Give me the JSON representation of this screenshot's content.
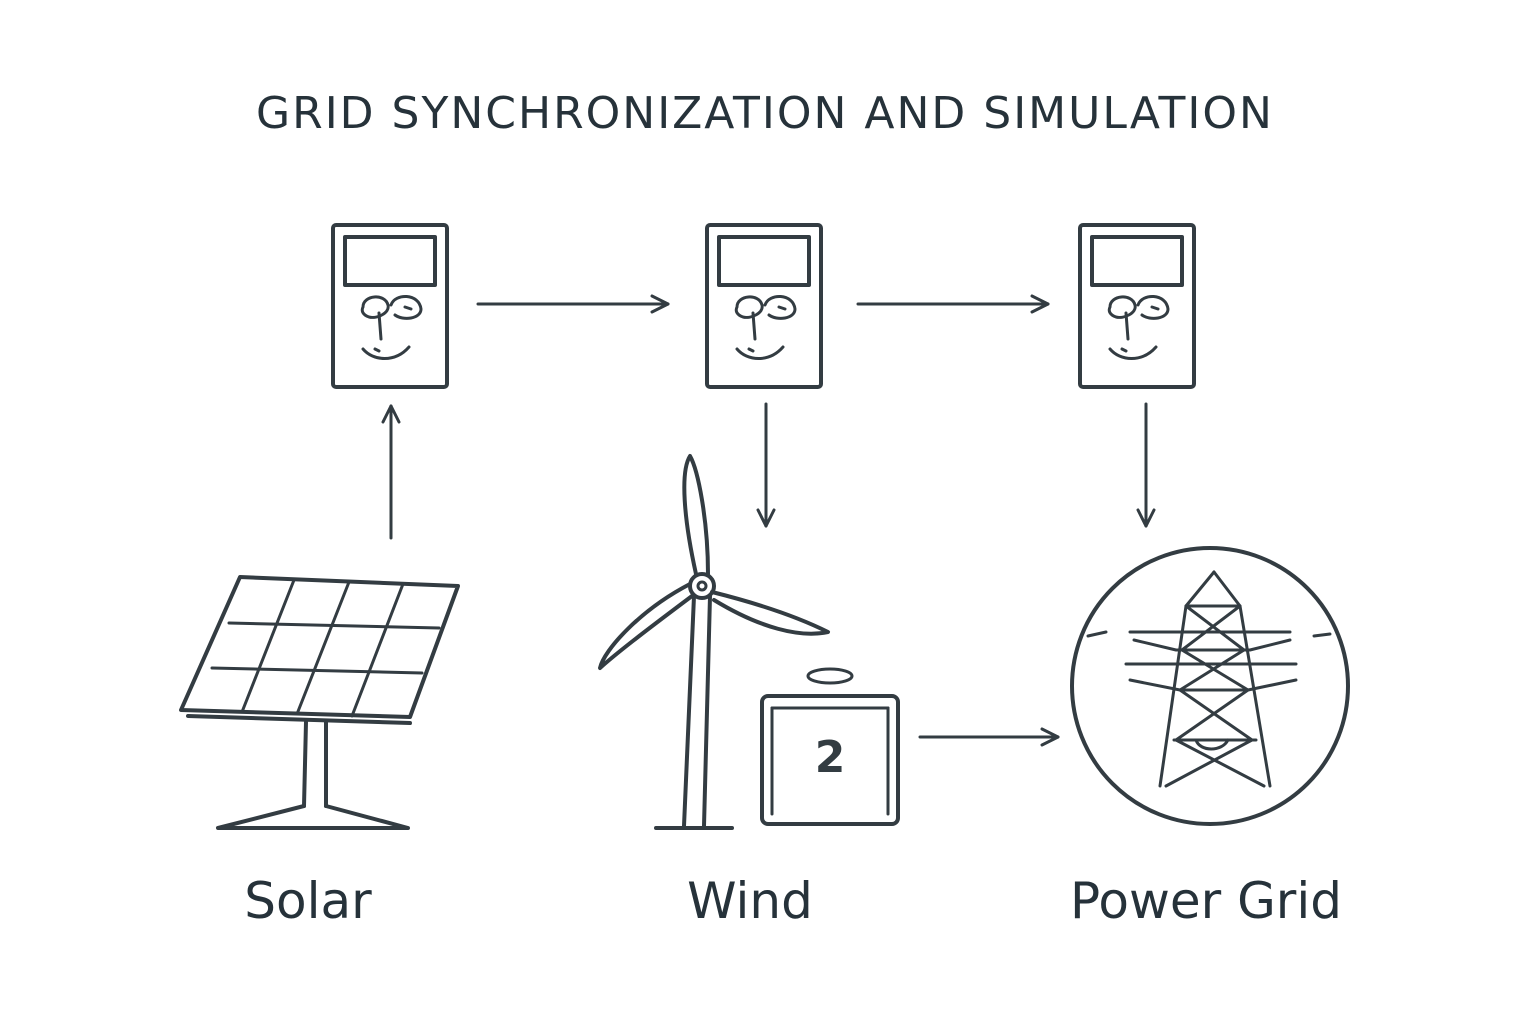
{
  "title": "GRID SYNCHRONIZATION AND SIMULATION",
  "labels": {
    "solar": "Solar",
    "wind": "Wind",
    "power_grid": "Power Grid"
  },
  "battery_label": "2",
  "icons": {
    "controllers": [
      "controller-face-icon",
      "controller-face-icon",
      "controller-face-icon"
    ],
    "solar": "solar-panel-icon",
    "wind": "wind-turbine-icon",
    "battery": "battery-icon",
    "grid": "transmission-tower-icon"
  },
  "colors": {
    "ink": "#333c42",
    "text": "#26323a",
    "background": "#ffffff"
  }
}
